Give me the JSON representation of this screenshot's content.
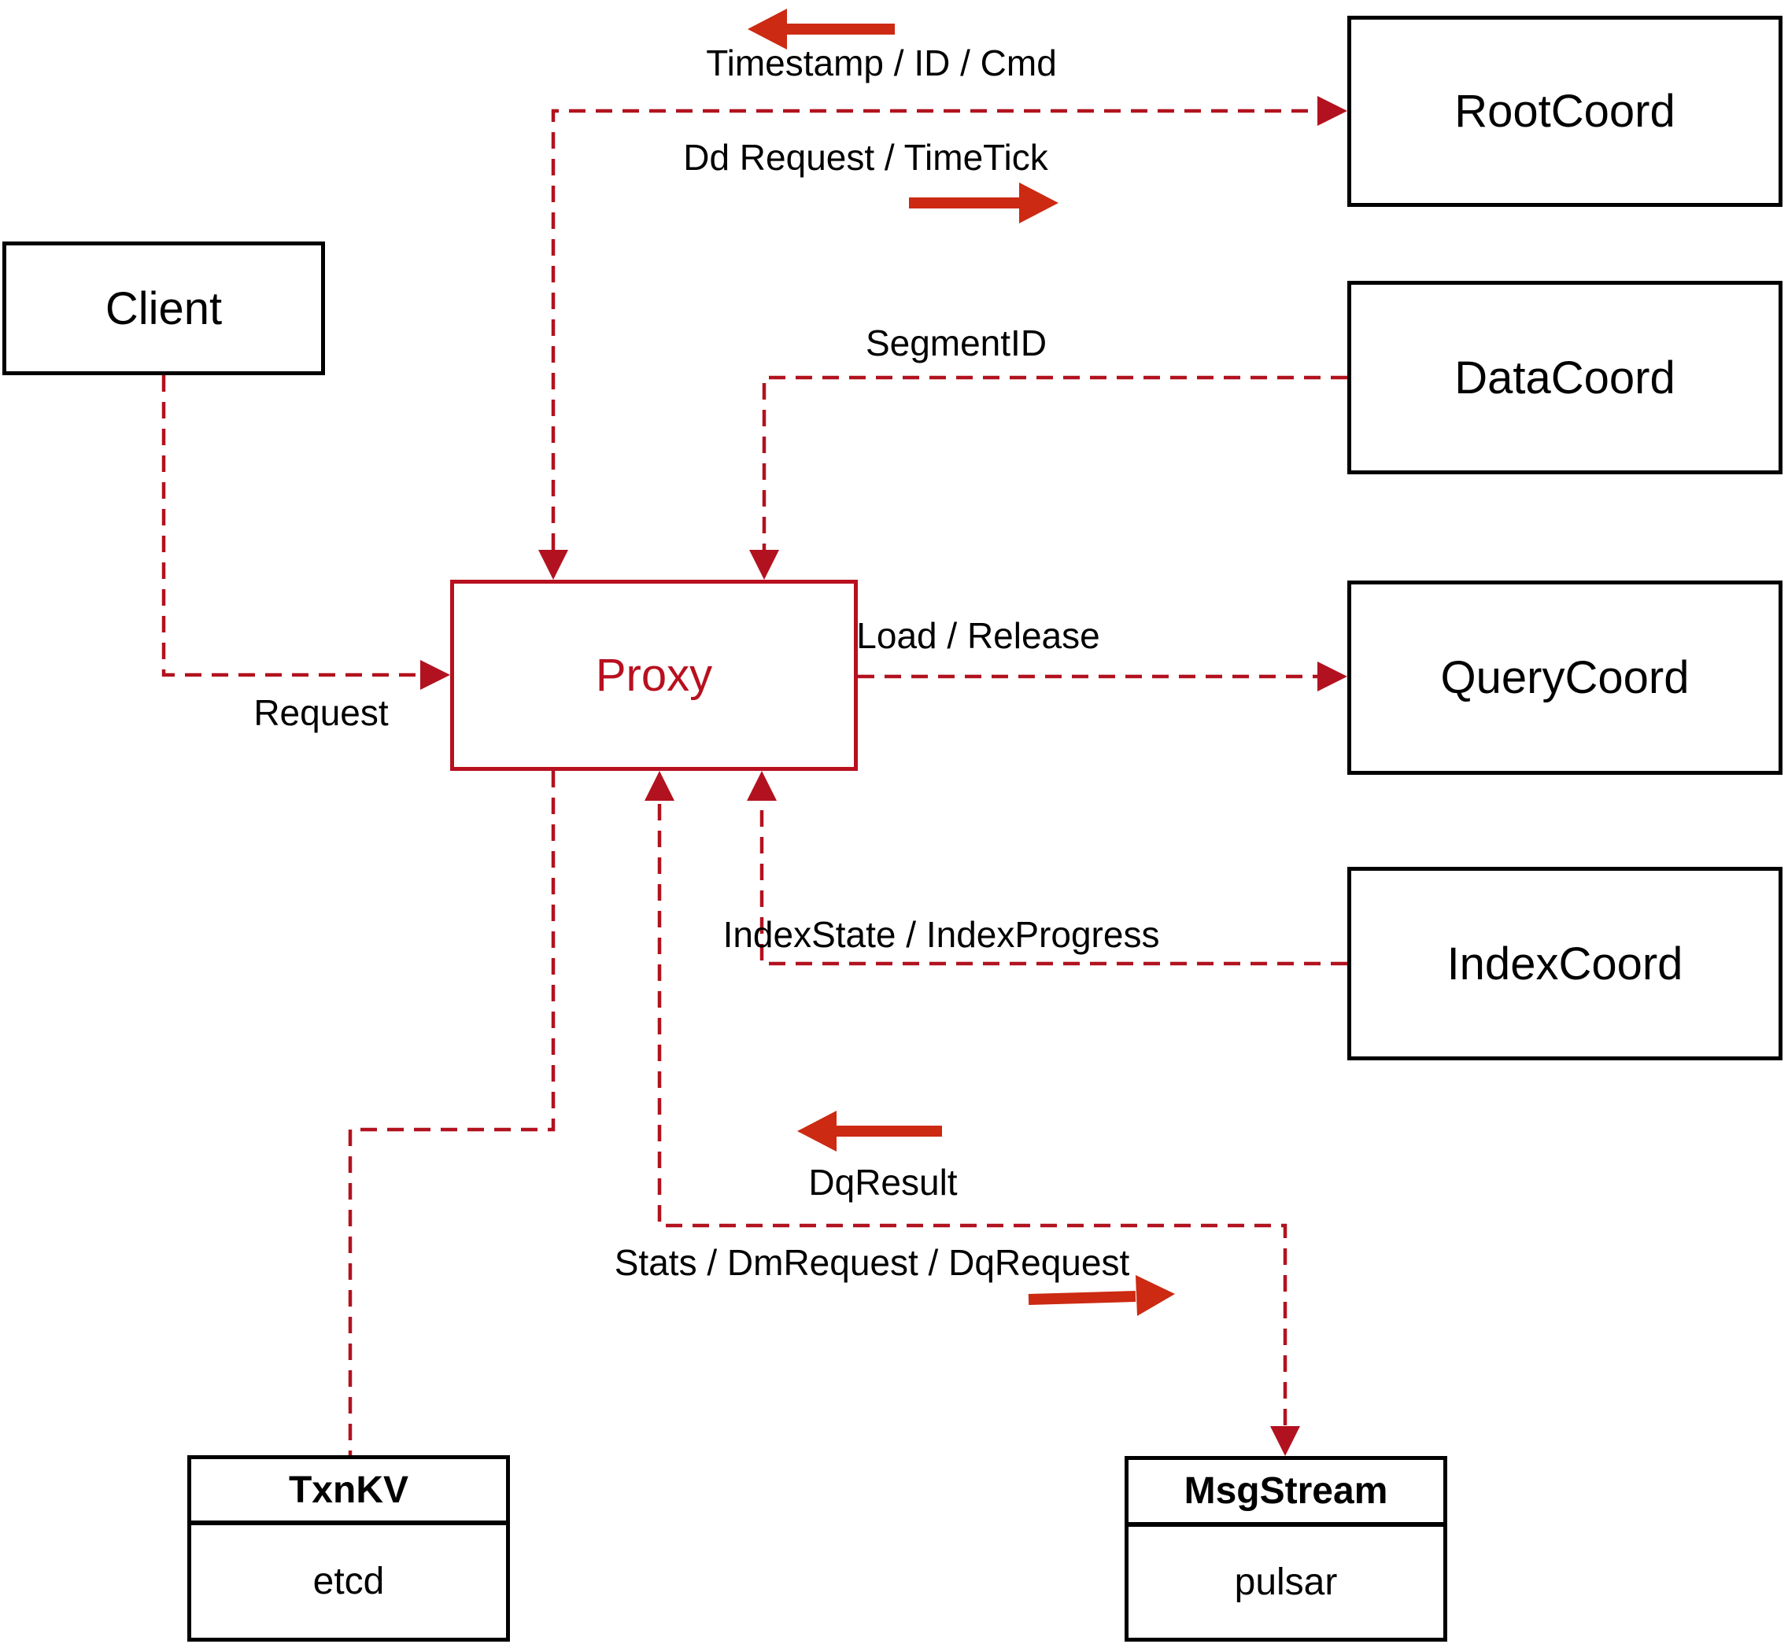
{
  "diagram_type": "architecture-diagram",
  "nodes": {
    "client": {
      "label": "Client"
    },
    "root_coord": {
      "label": "RootCoord"
    },
    "data_coord": {
      "label": "DataCoord"
    },
    "query_coord": {
      "label": "QueryCoord"
    },
    "index_coord": {
      "label": "IndexCoord"
    },
    "proxy": {
      "label": "Proxy"
    },
    "txn_kv": {
      "title": "TxnKV",
      "implementation": "etcd"
    },
    "msg_stream": {
      "title": "MsgStream",
      "implementation": "pulsar"
    }
  },
  "edge_labels": {
    "timestamp_id_cmd": "Timestamp / ID / Cmd",
    "dd_request_timetick": "Dd Request / TimeTick",
    "segment_id": "SegmentID",
    "request": "Request",
    "load_release": "Load / Release",
    "index_state_progress": "IndexState / IndexProgress",
    "dq_result": "DqResult",
    "stats_dm_dq_request": "Stats / DmRequest / DqRequest"
  },
  "colors": {
    "dashed_line_red": "#b2121f",
    "proxy_red": "#b8101f",
    "solid_arrow_red": "#cc2a12",
    "node_border_black": "#000000",
    "text_black": "#000000",
    "background": "#ffffff"
  }
}
